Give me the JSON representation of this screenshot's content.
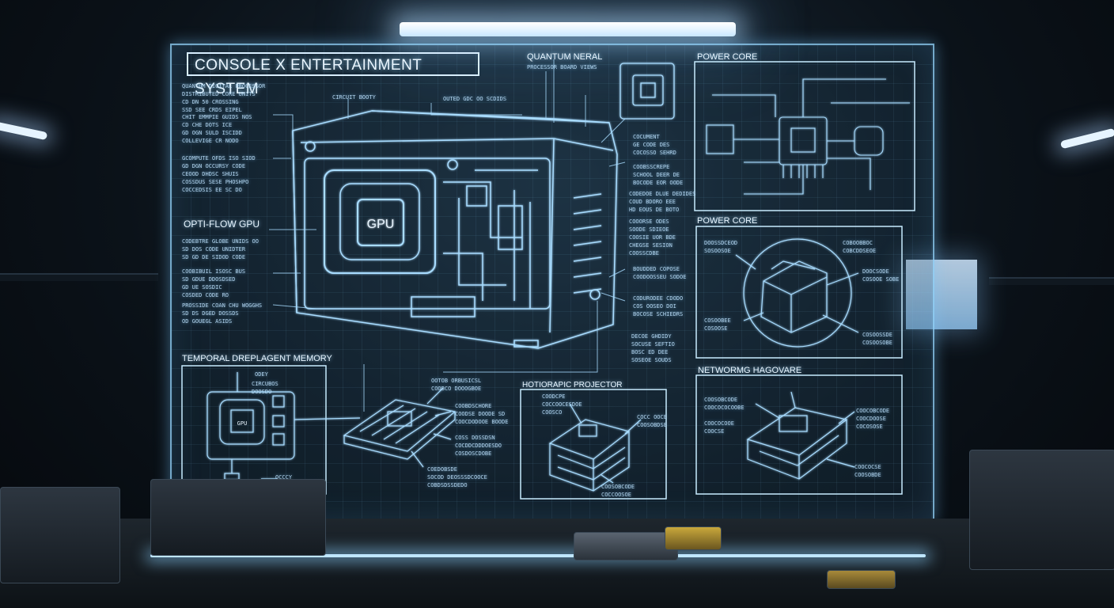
{
  "title": "CONSOLE X ENTERTAINMENT SYSTEM",
  "headers": {
    "quantum": "QUANTUM NERAL",
    "quantum_sub": "PROCESSOR BOARD VIEWS",
    "power_core_1": "POWER CORE",
    "power_core_2": "POWER CORE",
    "opti_flow": "OPTI-FLOW GPU",
    "temporal": "TEMPORAL DREPLAGENT MEMORY",
    "holographic": "HOTIORAPIC PROJECTOR",
    "networking": "NETWORMG HAGOVARE",
    "gpu": "GPU",
    "chip_small": "GPU"
  },
  "spec_lines": {
    "left_block_1": "QUANTUM DIGITAL PROCESSOR\nDISTRIBUTED CORE UNITS\nCD DN 50 CROSSING\nSSD SEE CRDS EIPEL",
    "left_block_2": "CHIT EMMPIE GUIDS NOS\nCD CHE DOTS ICE\nGD OGN SULD ISCIDD\nCOLLEVIGE CR NODO",
    "left_block_3": "GCOMPUTE OFDS ISO SIOD\nGD DGN OCCURSY CODE\nCEOOD DHDSC SHUIS\nCOSSDUS SESE PHOSHPO\nCOCCEDSIS EE SC DO",
    "left_block_4": "CODEBTRE GLOBE UNIDS OO\nSD DOS CODE UNIDTER\nSD GD DE SIDOD CODE",
    "left_block_5": "COOBIBUIL ISOSC BUS\nSD GDUE DDOSDSED\nGD UE SOSDIC\nCOSDED CODE RO",
    "left_block_6": "PROSSIDE COAN CHU WOGGHS\nSD DS DGED DOSSDS\nOD GOUEGL ASIDS"
  },
  "callouts": {
    "top_1": "CIRCUIT BOOTY",
    "top_2": "OUTED GDC OO SCDIDS",
    "right_1": "COCUMENT\nGE CODE DES\nCOCOSSO SEHRD",
    "right_2": "COOBSSCREPE\nSCHOOL DEER DE\nBOCODE EOR OODE",
    "right_3": "CODEDOE DLUE DEDIDES\nCOUD BDORO EEE\nHD EOUS DE BOTO",
    "right_4": "COOORSE ODES\nSOODE SDIEOE\nCOOSIE UOR BDE\nCHEGSE SESION\nCOOSSCDBE",
    "right_5": "BOUDDED COPOSE\nCOODOOSSEU SODOE",
    "right_6": "CODURODEE CDODO\nCOS OOSEO DOI\nBOCOSE SCHIEDRS",
    "right_7": "DECOE GHDIDY\nSOCUSE SEFTIO\nBOSC ED DEE\nSOSEOE SOUDS",
    "mem_1": "ODEY",
    "mem_2": "CIRCUBOS\nDOOSDO",
    "mem_3": "OCCCY",
    "mid_1": "OOTOB ORBUSICSL\nCOOBCO DOOOGBOE",
    "mid_2": "COOBDSCHORE\nCOODSE DOODE SD\nCOOCDODOOE BOODE",
    "mid_3": "COSS DOSSDSN\nCOCDDCDDDOESDO\nCOSDOSCDOBE",
    "mid_4": "COEDOBSDE\nSOCOD DEOSSSDCOOCE\nCOBDSDSSDEDO",
    "holo_1": "COODCPE\nCOCCOOCESDOE\nCOOSCO",
    "holo_2": "COCC OOCE\nCOOSOBDSE",
    "holo_3": "COOSOBCODE\nCOCCOOSOE",
    "pc2_1": "DOOSSDCEOD\nSOSOOSOE",
    "pc2_2": "COBOOBBOC\nCOBCDDSEOE",
    "pc2_3": "DOOCSODE\nCOSOOE SOBE",
    "pc2_4": "COSOOBEE\nCOSOOSE",
    "pc2_5": "COSOOSSDE\nCOSOOSOBE",
    "net_1": "COOSOBCODE\nCOOCOCOCOOBE",
    "net_2": "COOCOCOOE\nCOOCSE",
    "net_3": "COOCOBCODE\nCOOCDOOSE\nCOCOSOSE",
    "net_4": "COOCOCSE\nCOOSOBDE"
  },
  "colors": {
    "holo_line": "#a8dcff",
    "holo_text": "#e8f5ff",
    "background": "#0b1219"
  }
}
